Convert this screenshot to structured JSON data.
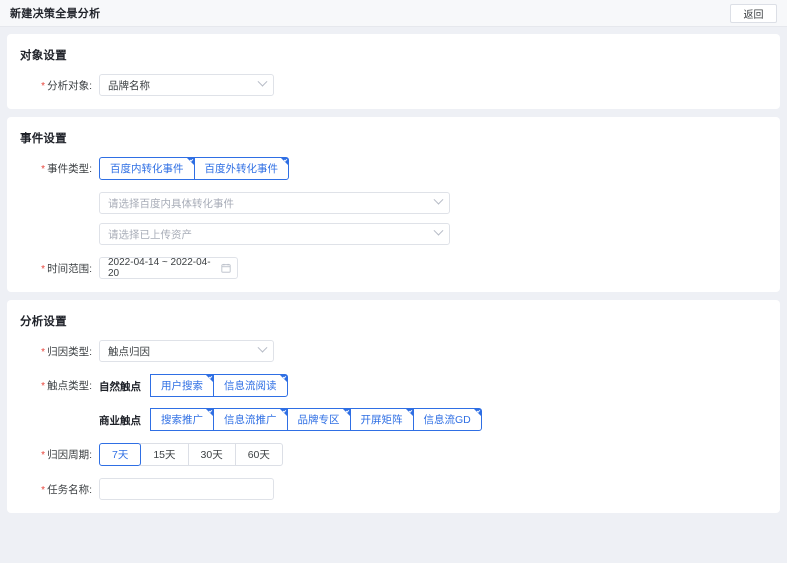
{
  "header": {
    "title": "新建决策全景分析",
    "back_label": "返回"
  },
  "object_settings": {
    "card_title": "对象设置",
    "analysis_object": {
      "label": "分析对象:",
      "value": "品牌名称",
      "required": true
    }
  },
  "event_settings": {
    "card_title": "事件设置",
    "event_type": {
      "label": "事件类型:",
      "required": true,
      "options": [
        {
          "label": "百度内转化事件",
          "selected": true
        },
        {
          "label": "百度外转化事件",
          "selected": true
        }
      ]
    },
    "inner_event_select": {
      "placeholder": "请选择百度内具体转化事件",
      "value": ""
    },
    "asset_select": {
      "placeholder": "请选择已上传资产",
      "value": ""
    },
    "time_range": {
      "label": "时间范围:",
      "required": true,
      "value": "2022-04-14 ~ 2022-04-20"
    }
  },
  "analysis_settings": {
    "card_title": "分析设置",
    "attribution_type": {
      "label": "归因类型:",
      "required": true,
      "value": "触点归因"
    },
    "touchpoint_type": {
      "label": "触点类型:",
      "required": true,
      "natural": {
        "sublabel": "自然触点",
        "options": [
          {
            "label": "用户搜索",
            "selected": true
          },
          {
            "label": "信息流阅读",
            "selected": true
          }
        ]
      },
      "commercial": {
        "sublabel": "商业触点",
        "options": [
          {
            "label": "搜索推广",
            "selected": true
          },
          {
            "label": "信息流推广",
            "selected": true
          },
          {
            "label": "品牌专区",
            "selected": true
          },
          {
            "label": "开屏矩阵",
            "selected": true
          },
          {
            "label": "信息流GD",
            "selected": true
          }
        ]
      }
    },
    "attribution_period": {
      "label": "归因周期:",
      "required": true,
      "options": [
        {
          "label": "7天",
          "selected": true
        },
        {
          "label": "15天",
          "selected": false
        },
        {
          "label": "30天",
          "selected": false
        },
        {
          "label": "60天",
          "selected": false
        }
      ]
    },
    "task_name": {
      "label": "任务名称:",
      "required": true,
      "value": "",
      "placeholder": ""
    }
  },
  "colors": {
    "accent": "#2f6fe4",
    "required_mark": "#e8443a",
    "page_background": "#eef0f5",
    "card_background": "#ffffff",
    "header_background": "#f7f8fa"
  },
  "icons": {
    "caret": "chevron-down-icon",
    "calendar": "calendar-icon",
    "corner_check": "corner-check-icon"
  }
}
